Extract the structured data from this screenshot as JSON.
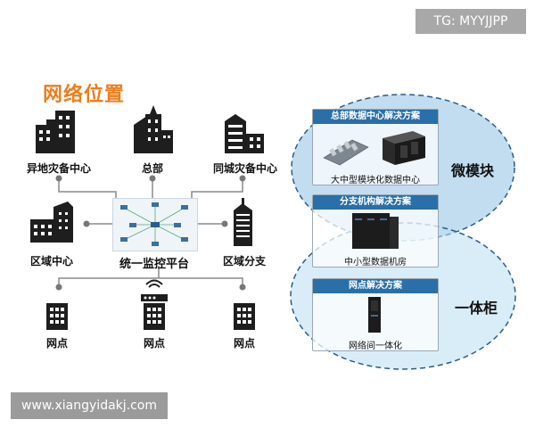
{
  "watermarks": {
    "tg": "TG: MYYJJPP",
    "url": "www.xiangyidakj.com"
  },
  "title": "网络位置",
  "nodes": {
    "remote_dr": "异地灾备中心",
    "hq": "总部",
    "local_dr": "同城灾备中心",
    "regional_center": "区域中心",
    "platform": "统一监控平台",
    "regional_branch": "区域分支",
    "outlet_1": "网点",
    "outlet_2": "网点",
    "outlet_3": "网点"
  },
  "solutions": {
    "hq": {
      "title": "总部数据中心解决方案",
      "caption": "大中型模块化数据中心"
    },
    "branch": {
      "title": "分支机构解决方案",
      "caption": "中小型数据机房"
    },
    "outlet": {
      "title": "网点解决方案",
      "caption": "网络间一体化"
    }
  },
  "ellipse_labels": {
    "top": "微模块",
    "bottom": "一体柜"
  },
  "colors": {
    "title": "#ee7d1b",
    "header": "#2a6fa8",
    "ellipse_top": "#7fb6dd",
    "ellipse_bottom": "#a7d5ef"
  }
}
